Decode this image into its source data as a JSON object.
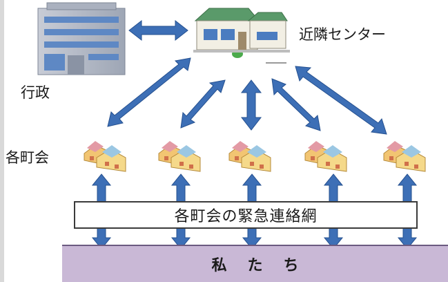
{
  "labels": {
    "admin": "行政",
    "center": "近隣センター",
    "town_assoc": "各町会",
    "network": "各町会の緊急連絡網",
    "people": "私たち"
  },
  "icons": {
    "admin": "office-building-icon",
    "center": "community-center-building-icon",
    "town_houses": "houses-cluster-icon"
  },
  "colors": {
    "arrow": "#3d6fb6",
    "arrow_outline": "#25508f",
    "people_bar": "#c9b8d6"
  }
}
